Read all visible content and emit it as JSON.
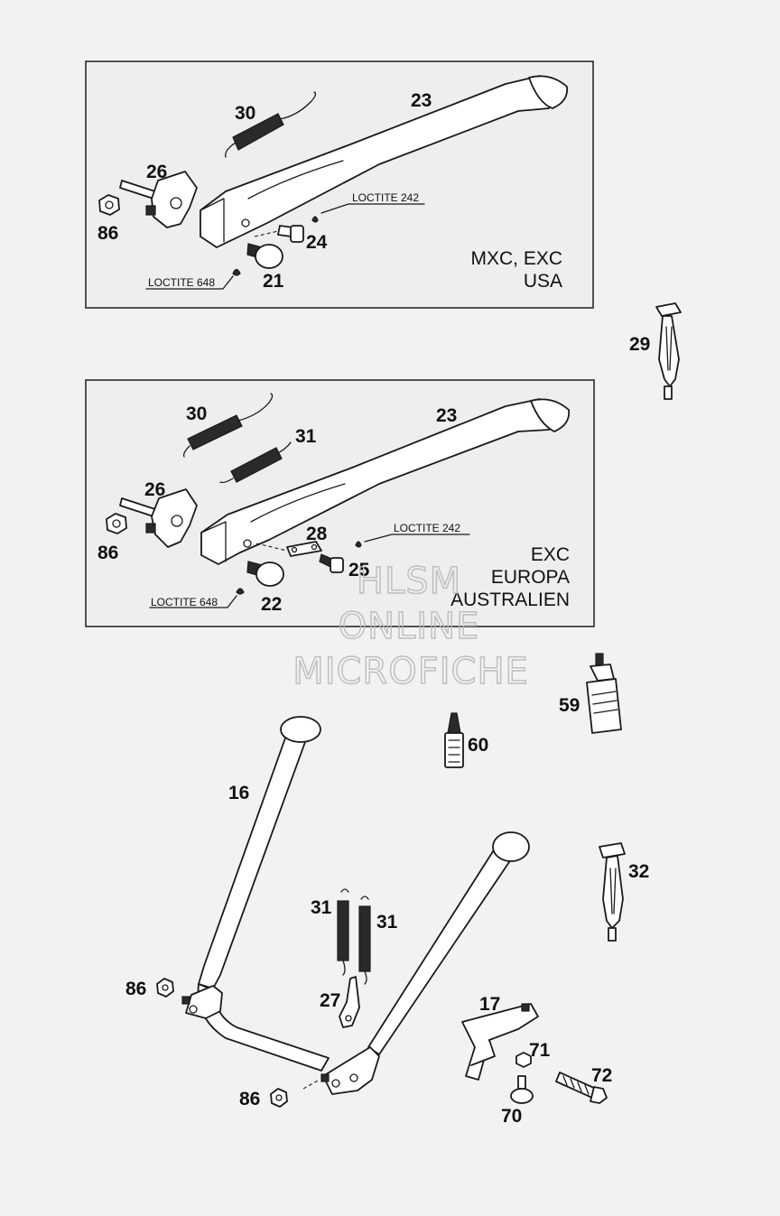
{
  "callouts": {
    "c30a": "30",
    "c23a": "23",
    "c26a": "26",
    "c86a": "86",
    "c24": "24",
    "c21": "21",
    "c29": "29",
    "c30b": "30",
    "c31b": "31",
    "c23b": "23",
    "c26b": "26",
    "c86b": "86",
    "c28": "28",
    "c25": "25",
    "c22": "22",
    "c59": "59",
    "c60": "60",
    "c16": "16",
    "c32": "32",
    "c31c": "31",
    "c31d": "31",
    "c86c": "86",
    "c27": "27",
    "c17": "17",
    "c71": "71",
    "c72": "72",
    "c86d": "86",
    "c70": "70"
  },
  "loctite": {
    "l242a": "LOCTITE 242",
    "l648a": "LOCTITE 648",
    "l242b": "LOCTITE 242",
    "l648b": "LOCTITE 648"
  },
  "variants": {
    "box1": [
      "MXC, EXC",
      "USA"
    ],
    "box2": [
      "EXC",
      "EUROPA",
      "AUSTRALIEN"
    ]
  },
  "watermark": [
    "HLSM",
    "ONLINE",
    "MICROFICHE"
  ]
}
